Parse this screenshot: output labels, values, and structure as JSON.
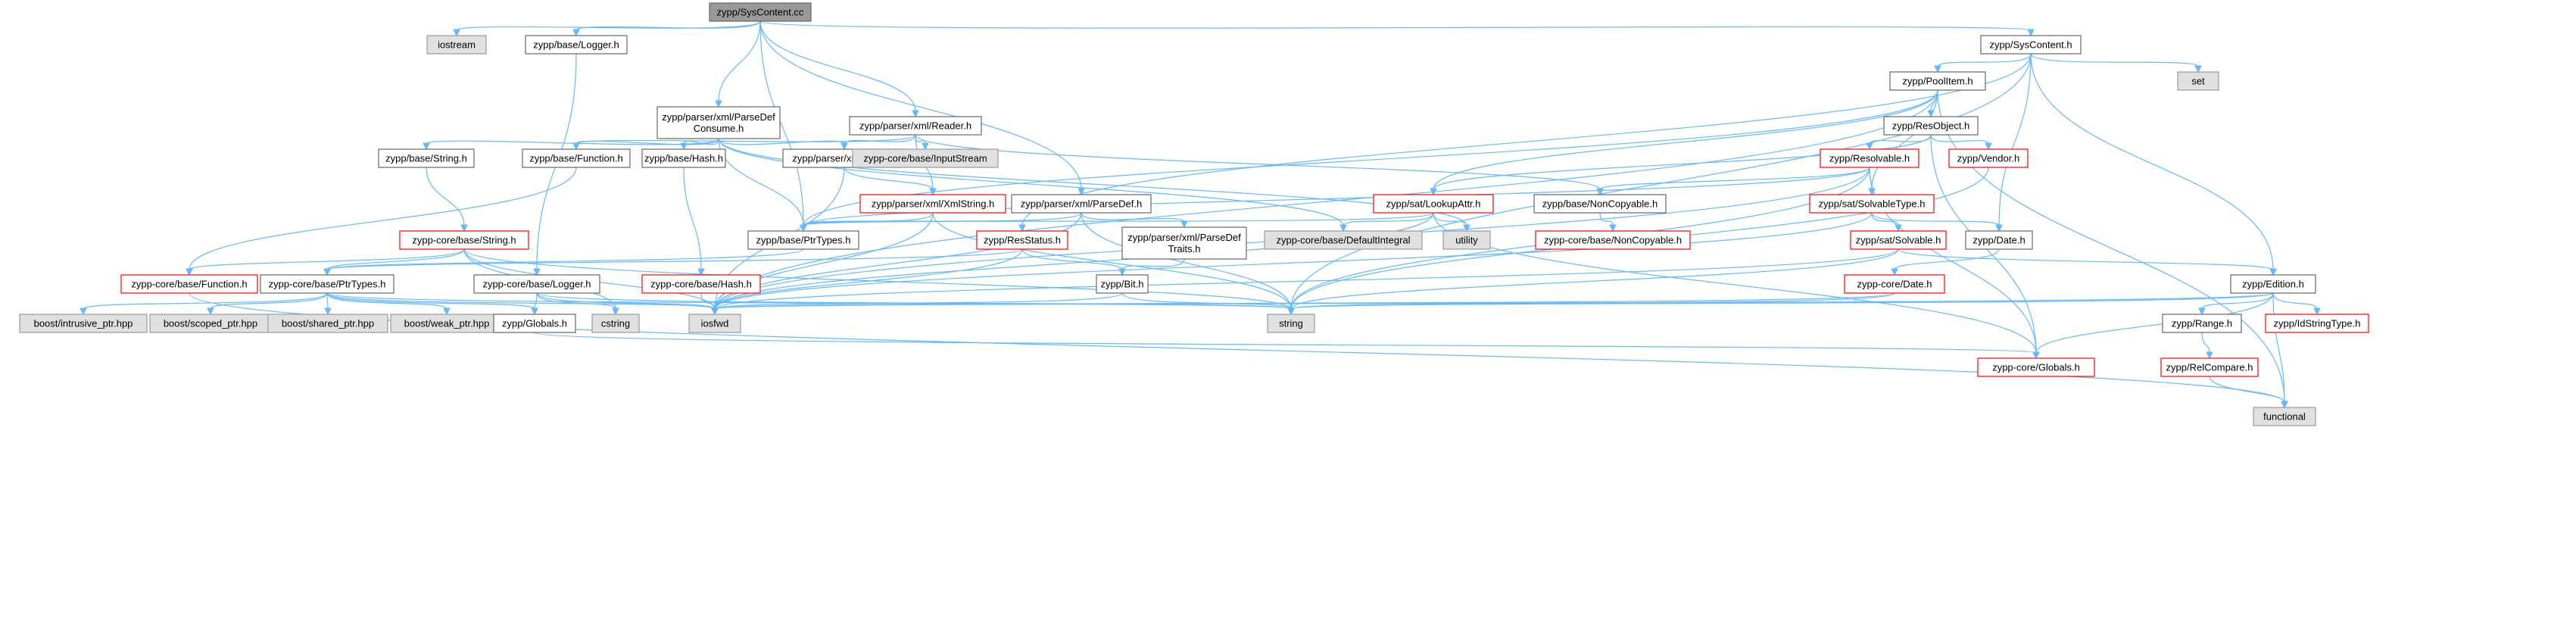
{
  "title": "zypp/SysContent.cc",
  "colors": {
    "edge": "#63b8ff",
    "normal_border": "#666666",
    "normal_fill": "#ffffff",
    "system_fill": "#e0e0e0",
    "system_border": "#999999",
    "missing_border": "#ff0000",
    "root_fill": "#999999",
    "text": "#000000"
  },
  "nodes": {
    "root": {
      "label": "zypp/SysContent.cc",
      "kind": "root"
    },
    "iostream": {
      "label": "iostream",
      "kind": "system"
    },
    "logger_h": {
      "label": "zypp/base/Logger.h",
      "kind": "normal"
    },
    "syscontent_h": {
      "label": "zypp/SysContent.h",
      "kind": "normal"
    },
    "set": {
      "label": "set",
      "kind": "system"
    },
    "parsedefconsume": {
      "label": "zypp/parser/xml/ParseDef\nConsume.h",
      "kind": "normal"
    },
    "reader_h": {
      "label": "zypp/parser/xml/Reader.h",
      "kind": "normal"
    },
    "poolitem_h": {
      "label": "zypp/PoolItem.h",
      "kind": "normal"
    },
    "resobject_h": {
      "label": "zypp/ResObject.h",
      "kind": "normal"
    },
    "string_h": {
      "label": "zypp/base/String.h",
      "kind": "normal"
    },
    "function_h": {
      "label": "zypp/base/Function.h",
      "kind": "normal"
    },
    "hash_h": {
      "label": "zypp/base/Hash.h",
      "kind": "normal"
    },
    "node_h": {
      "label": "zypp/parser/xml/Node.h",
      "kind": "normal"
    },
    "inputstream": {
      "label": "zypp-core/base/InputStream",
      "kind": "system"
    },
    "resolvable_h": {
      "label": "zypp/Resolvable.h",
      "kind": "missing"
    },
    "vendor_h": {
      "label": "zypp/Vendor.h",
      "kind": "missing"
    },
    "xmlstring_h": {
      "label": "zypp/parser/xml/XmlString.h",
      "kind": "missing"
    },
    "parsedef_h": {
      "label": "zypp/parser/xml/ParseDef.h",
      "kind": "normal"
    },
    "lookupattr_h": {
      "label": "zypp/sat/LookupAttr.h",
      "kind": "missing"
    },
    "noncopyable_h": {
      "label": "zypp/base/NonCopyable.h",
      "kind": "normal"
    },
    "solvabletype_h": {
      "label": "zypp/sat/SolvableType.h",
      "kind": "missing"
    },
    "core_string_h": {
      "label": "zypp-core/base/String.h",
      "kind": "missing"
    },
    "ptrtypes_h": {
      "label": "zypp/base/PtrTypes.h",
      "kind": "normal"
    },
    "resstatus_h": {
      "label": "zypp/ResStatus.h",
      "kind": "missing"
    },
    "parsedeftraits": {
      "label": "zypp/parser/xml/ParseDef\nTraits.h",
      "kind": "normal"
    },
    "defaultintegral": {
      "label": "zypp-core/base/DefaultIntegral",
      "kind": "system"
    },
    "utility": {
      "label": "utility",
      "kind": "system"
    },
    "core_noncopyable": {
      "label": "zypp-core/base/NonCopyable.h",
      "kind": "missing"
    },
    "solvable_h": {
      "label": "zypp/sat/Solvable.h",
      "kind": "missing"
    },
    "date_h": {
      "label": "zypp/Date.h",
      "kind": "normal"
    },
    "core_function_h": {
      "label": "zypp-core/base/Function.h",
      "kind": "missing"
    },
    "core_ptrtypes_h": {
      "label": "zypp-core/base/PtrTypes.h",
      "kind": "normal"
    },
    "core_logger_h": {
      "label": "zypp-core/base/Logger.h",
      "kind": "normal"
    },
    "core_hash_h": {
      "label": "zypp-core/base/Hash.h",
      "kind": "missing"
    },
    "bit_h": {
      "label": "zypp/Bit.h",
      "kind": "normal"
    },
    "core_date_h": {
      "label": "zypp-core/Date.h",
      "kind": "missing"
    },
    "edition_h": {
      "label": "zypp/Edition.h",
      "kind": "normal"
    },
    "intrusive_ptr": {
      "label": "boost/intrusive_ptr.hpp",
      "kind": "system"
    },
    "scoped_ptr": {
      "label": "boost/scoped_ptr.hpp",
      "kind": "system"
    },
    "shared_ptr": {
      "label": "boost/shared_ptr.hpp",
      "kind": "system"
    },
    "weak_ptr": {
      "label": "boost/weak_ptr.hpp",
      "kind": "system"
    },
    "globals_h": {
      "label": "zypp/Globals.h",
      "kind": "normal"
    },
    "cstring": {
      "label": "cstring",
      "kind": "system"
    },
    "iosfwd": {
      "label": "iosfwd",
      "kind": "system"
    },
    "string": {
      "label": "string",
      "kind": "system"
    },
    "range_h": {
      "label": "zypp/Range.h",
      "kind": "normal"
    },
    "idstringtype_h": {
      "label": "zypp/IdStringType.h",
      "kind": "missing"
    },
    "core_globals_h": {
      "label": "zypp-core/Globals.h",
      "kind": "missing"
    },
    "relcompare_h": {
      "label": "zypp/RelCompare.h",
      "kind": "missing"
    },
    "functional": {
      "label": "functional",
      "kind": "system"
    }
  },
  "edges": [
    [
      "root",
      "iostream"
    ],
    [
      "root",
      "logger_h"
    ],
    [
      "root",
      "syscontent_h"
    ],
    [
      "root",
      "parsedefconsume"
    ],
    [
      "root",
      "reader_h"
    ],
    [
      "root",
      "parsedef_h"
    ],
    [
      "root",
      "ptrtypes_h"
    ],
    [
      "logger_h",
      "core_logger_h"
    ],
    [
      "syscontent_h",
      "set"
    ],
    [
      "syscontent_h",
      "poolitem_h"
    ],
    [
      "syscontent_h",
      "edition_h"
    ],
    [
      "syscontent_h",
      "date_h"
    ],
    [
      "syscontent_h",
      "string"
    ],
    [
      "syscontent_h",
      "resstatus_h"
    ],
    [
      "parsedefconsume",
      "string_h"
    ],
    [
      "parsedefconsume",
      "function_h"
    ],
    [
      "parsedefconsume",
      "hash_h"
    ],
    [
      "parsedefconsume",
      "node_h"
    ],
    [
      "parsedefconsume",
      "ptrtypes_h"
    ],
    [
      "parsedefconsume",
      "defaultintegral"
    ],
    [
      "parsedefconsume",
      "utility"
    ],
    [
      "reader_h",
      "inputstream"
    ],
    [
      "reader_h",
      "node_h"
    ],
    [
      "reader_h",
      "xmlstring_h"
    ],
    [
      "reader_h",
      "function_h"
    ],
    [
      "reader_h",
      "noncopyable_h"
    ],
    [
      "poolitem_h",
      "resobject_h"
    ],
    [
      "poolitem_h",
      "iosfwd"
    ],
    [
      "poolitem_h",
      "functional"
    ],
    [
      "poolitem_h",
      "ptrtypes_h"
    ],
    [
      "poolitem_h",
      "lookupattr_h"
    ],
    [
      "poolitem_h",
      "solvabletype_h"
    ],
    [
      "resobject_h",
      "resolvable_h"
    ],
    [
      "resobject_h",
      "vendor_h"
    ],
    [
      "resobject_h",
      "lookupattr_h"
    ],
    [
      "resobject_h",
      "core_globals_h"
    ],
    [
      "string_h",
      "core_string_h"
    ],
    [
      "function_h",
      "core_function_h"
    ],
    [
      "hash_h",
      "core_hash_h"
    ],
    [
      "node_h",
      "iosfwd"
    ],
    [
      "node_h",
      "xmlstring_h"
    ],
    [
      "resolvable_h",
      "noncopyable_h"
    ],
    [
      "resolvable_h",
      "solvabletype_h"
    ],
    [
      "resolvable_h",
      "ptrtypes_h"
    ],
    [
      "resolvable_h",
      "iosfwd"
    ],
    [
      "resolvable_h",
      "string"
    ],
    [
      "resolvable_h",
      "core_globals_h"
    ],
    [
      "vendor_h",
      "string"
    ],
    [
      "xmlstring_h",
      "ptrtypes_h"
    ],
    [
      "xmlstring_h",
      "iosfwd"
    ],
    [
      "xmlstring_h",
      "string"
    ],
    [
      "parsedef_h",
      "ptrtypes_h"
    ],
    [
      "parsedef_h",
      "parsedeftraits"
    ],
    [
      "parsedef_h",
      "iosfwd"
    ],
    [
      "parsedef_h",
      "string"
    ],
    [
      "lookupattr_h",
      "utility"
    ],
    [
      "lookupattr_h",
      "defaultintegral"
    ],
    [
      "lookupattr_h",
      "ptrtypes_h"
    ],
    [
      "lookupattr_h",
      "iosfwd"
    ],
    [
      "lookupattr_h",
      "core_globals_h"
    ],
    [
      "noncopyable_h",
      "core_noncopyable"
    ],
    [
      "solvabletype_h",
      "solvable_h"
    ],
    [
      "solvabletype_h",
      "date_h"
    ],
    [
      "solvabletype_h",
      "iosfwd"
    ],
    [
      "core_string_h",
      "core_function_h"
    ],
    [
      "core_string_h",
      "core_ptrtypes_h"
    ],
    [
      "core_string_h",
      "iosfwd"
    ],
    [
      "core_string_h",
      "string"
    ],
    [
      "core_string_h",
      "cstring"
    ],
    [
      "ptrtypes_h",
      "core_ptrtypes_h"
    ],
    [
      "resstatus_h",
      "bit_h"
    ],
    [
      "resstatus_h",
      "iosfwd"
    ],
    [
      "resstatus_h",
      "core_ptrtypes_h"
    ],
    [
      "parsedeftraits",
      "bit_h"
    ],
    [
      "solvable_h",
      "edition_h"
    ],
    [
      "solvable_h",
      "iosfwd"
    ],
    [
      "solvable_h",
      "string"
    ],
    [
      "date_h",
      "core_date_h"
    ],
    [
      "core_function_h",
      "functional"
    ],
    [
      "core_ptrtypes_h",
      "intrusive_ptr"
    ],
    [
      "core_ptrtypes_h",
      "scoped_ptr"
    ],
    [
      "core_ptrtypes_h",
      "shared_ptr"
    ],
    [
      "core_ptrtypes_h",
      "weak_ptr"
    ],
    [
      "core_ptrtypes_h",
      "globals_h"
    ],
    [
      "core_ptrtypes_h",
      "iosfwd"
    ],
    [
      "core_ptrtypes_h",
      "string"
    ],
    [
      "core_logger_h",
      "iosfwd"
    ],
    [
      "core_logger_h",
      "globals_h"
    ],
    [
      "core_logger_h",
      "cstring"
    ],
    [
      "core_logger_h",
      "string"
    ],
    [
      "core_hash_h",
      "iosfwd"
    ],
    [
      "bit_h",
      "iosfwd"
    ],
    [
      "bit_h",
      "string"
    ],
    [
      "core_date_h",
      "iosfwd"
    ],
    [
      "core_date_h",
      "string"
    ],
    [
      "edition_h",
      "iosfwd"
    ],
    [
      "edition_h",
      "string"
    ],
    [
      "edition_h",
      "range_h"
    ],
    [
      "edition_h",
      "idstringtype_h"
    ],
    [
      "edition_h",
      "functional"
    ],
    [
      "edition_h",
      "core_globals_h"
    ],
    [
      "range_h",
      "relcompare_h"
    ],
    [
      "relcompare_h",
      "functional"
    ],
    [
      "globals_h",
      "core_globals_h"
    ]
  ]
}
